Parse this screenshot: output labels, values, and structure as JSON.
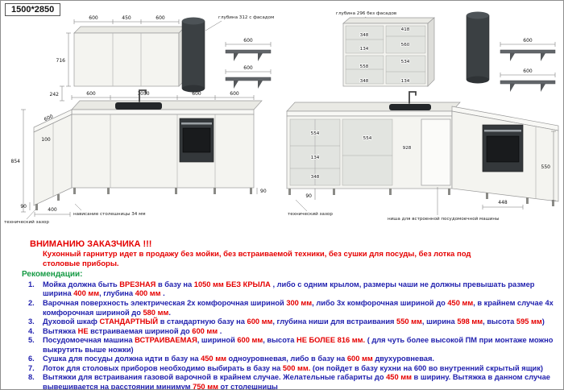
{
  "meta": {
    "size_label": "1500*2850"
  },
  "warning": {
    "title": "ВНИМАНИЮ ЗАКАЗЧИКА !!!",
    "body": "Кухонный гарнитур идет в продажу без мойки, без встраиваемой техники, без сушки для посуды, без лотка под столовые приборы."
  },
  "recommendations": {
    "heading": "Рекомендации:",
    "items": [
      [
        {
          "t": "Мойка должна быть ",
          "c": "b"
        },
        {
          "t": "ВРЕЗНАЯ",
          "c": "r"
        },
        {
          "t": " в базу на ",
          "c": "b"
        },
        {
          "t": "1050 мм БЕЗ КРЫЛА",
          "c": "r"
        },
        {
          "t": " , либо с одним крылом, размеры чаши  не должны превышать размер ширина ",
          "c": "b"
        },
        {
          "t": "400 мм",
          "c": "r"
        },
        {
          "t": ", глубина ",
          "c": "b"
        },
        {
          "t": "400 мм",
          "c": "r"
        },
        {
          "t": " .",
          "c": "b"
        }
      ],
      [
        {
          "t": "Варочная поверхность электрическая 2х комфорочная шириной ",
          "c": "b"
        },
        {
          "t": "300 мм",
          "c": "r"
        },
        {
          "t": ", либо 3х комфорочная шириной до ",
          "c": "b"
        },
        {
          "t": "450 мм",
          "c": "r"
        },
        {
          "t": ", в крайнем случае 4х комфорочная шириной до ",
          "c": "b"
        },
        {
          "t": "580 мм",
          "c": "r"
        },
        {
          "t": ".",
          "c": "b"
        }
      ],
      [
        {
          "t": "Духовой шкаф ",
          "c": "b"
        },
        {
          "t": "СТАНДАРТНЫЙ",
          "c": "r"
        },
        {
          "t": " в стандартную базу на ",
          "c": "b"
        },
        {
          "t": "600 мм",
          "c": "r"
        },
        {
          "t": ", глубина ниши для встраивания ",
          "c": "b"
        },
        {
          "t": "550 мм",
          "c": "r"
        },
        {
          "t": ", ширина ",
          "c": "b"
        },
        {
          "t": "598 мм",
          "c": "r"
        },
        {
          "t": ", высота ",
          "c": "b"
        },
        {
          "t": "595 мм",
          "c": "r"
        },
        {
          "t": ")",
          "c": "b"
        }
      ],
      [
        {
          "t": "Вытяжка ",
          "c": "b"
        },
        {
          "t": "НЕ",
          "c": "r"
        },
        {
          "t": " встраиваемая шириной до ",
          "c": "b"
        },
        {
          "t": "600 мм",
          "c": "r"
        },
        {
          "t": " .",
          "c": "b"
        }
      ],
      [
        {
          "t": "Посудомоечная машина ",
          "c": "b"
        },
        {
          "t": "ВСТРАИВАЕМАЯ",
          "c": "r"
        },
        {
          "t": ", шириной  ",
          "c": "b"
        },
        {
          "t": "600 мм",
          "c": "r"
        },
        {
          "t": ", высота ",
          "c": "b"
        },
        {
          "t": "НЕ БОЛЕЕ 816 мм.",
          "c": "r"
        },
        {
          "t": " ( для чуть более высокой ПМ при монтаже можно выкрутить выше ножки)",
          "c": "b"
        }
      ],
      [
        {
          "t": "Сушка для посуды должна идти в базу на ",
          "c": "b"
        },
        {
          "t": "450 мм",
          "c": "r"
        },
        {
          "t": "  одноуровневая, либо в базу на ",
          "c": "b"
        },
        {
          "t": "600 мм",
          "c": "r"
        },
        {
          "t": " двухуровневая.",
          "c": "b"
        }
      ],
      [
        {
          "t": "Лоток для столовых приборов необходимо выбирать в базу на ",
          "c": "b"
        },
        {
          "t": "500 мм.",
          "c": "r"
        },
        {
          "t": " (он пойдет в базу кухни на 600 во внутренний скрытый ящик)",
          "c": "b"
        }
      ],
      [
        {
          "t": "Вытяжки для встраивания газовой варочной в крайнем случае. Желательные габариты до ",
          "c": "b"
        },
        {
          "t": "450 мм",
          "c": "r"
        },
        {
          "t": " в ширину. Вытяжка в данном случае вывешивается на расстоянии минимум ",
          "c": "b"
        },
        {
          "t": "750 мм",
          "c": "r"
        },
        {
          "t": " от столешницы",
          "c": "b"
        }
      ]
    ]
  },
  "drawings": {
    "left": {
      "labels": [
        "600",
        "450",
        "600",
        "716",
        "глубина 312 с фасадом",
        "600",
        "600",
        "242",
        "600",
        "1050",
        "600",
        "600",
        "600",
        "100",
        "854",
        "90",
        "400",
        "90",
        "нависание столешницы 34 мм",
        "технический зазор"
      ]
    },
    "right": {
      "labels": [
        "глубина 296 без фасадов",
        "348",
        "418",
        "560",
        "134",
        "558",
        "534",
        "348",
        "134",
        "600",
        "600",
        "554",
        "134",
        "348",
        "554",
        "928",
        "550",
        "90",
        "448",
        "ниша для встроенной посудомоечной машины",
        "технический зазор"
      ]
    }
  }
}
